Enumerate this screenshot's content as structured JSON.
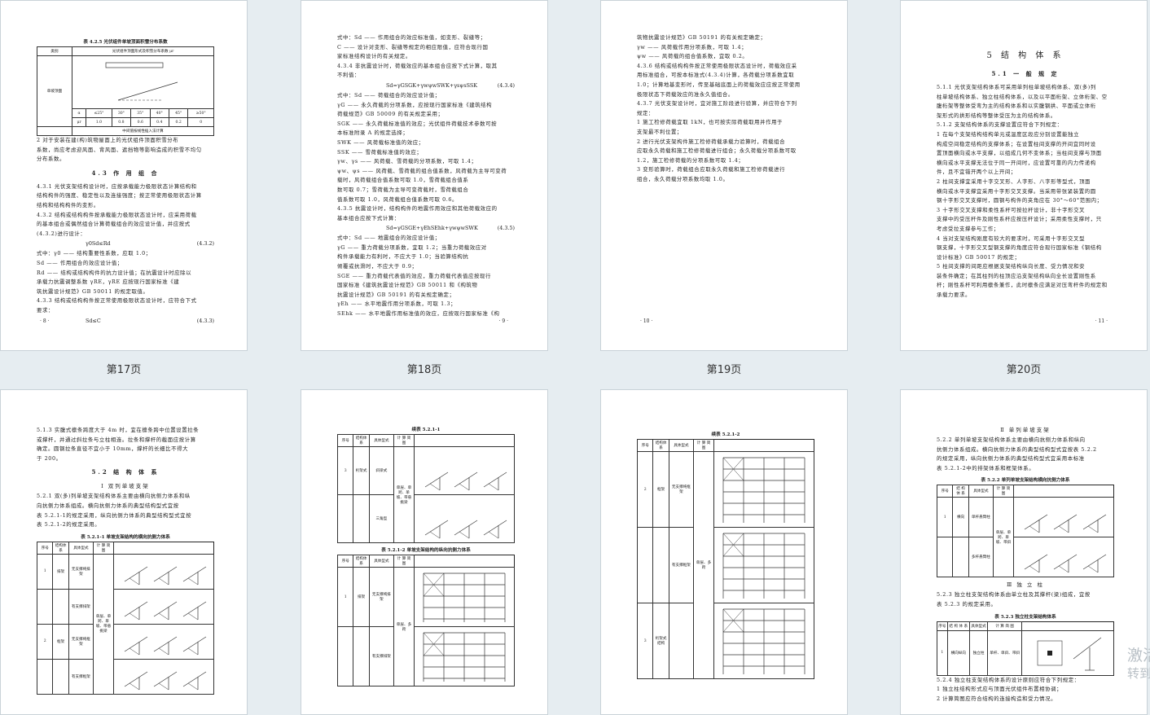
{
  "pages": [
    {
      "label": "第17页",
      "table_title": "表 4.2.5  光伏组件单坡顶面积雪分布系数",
      "table_head": [
        "类别",
        "光伏组件顶面形式及积雪分布系数 μr"
      ],
      "row_label": "单坡顶面",
      "alpha_row": [
        "α",
        "≤25°",
        "30°",
        "35°",
        "40°",
        "45°",
        "≥50°"
      ],
      "mu_row": [
        "μr",
        "1.0",
        "0.8",
        "0.6",
        "0.4",
        "0.2",
        "0"
      ],
      "table_note": "中间值按线性插入法计算",
      "lines": [
        "2  对于安装在建(构)筑物屋面上的光伏组件顶面积雪分布",
        "系数，尚应考虑迎风面、背风面、遮挡物等影响造成的积雪不均匀",
        "分布系数。"
      ],
      "section": "4.3  作 用 组 合",
      "lines2": [
        "4.3.1  光伏支架结构设计时，应按承载能力极限状态计算结构和",
        "结构构件的强度、稳定性以及连接强度；按正常使用极限状态计算",
        "结构和结构构件的变形。",
        "4.3.2  结构或结构构件按承载能力极限状态设计时，应采用荷载",
        "的基本组合或偶然组合计算荷载组合的效应设计值，并应按式",
        "(4.3.2)进行设计："
      ],
      "eq1": [
        "γ0Sd≤Rd",
        "(4.3.2)"
      ],
      "lines3": [
        "式中：γ0 —— 结构重要性系数，应取 1.0；",
        "      Sd —— 作用组合的效应设计值；",
        "      Rd —— 结构或结构构件的抗力设计值；在抗震设计时应除以",
        "             承载力抗震调整系数 γRE，γRE 应按现行国家标准《建",
        "             筑抗震设计规范》GB 50011 的规定取值。",
        "4.3.3  结构或结构构件按正常使用极限状态设计时，应符合下式",
        "要求："
      ],
      "eq2": [
        "Sd≤C",
        "(4.3.3)"
      ],
      "page_no": "· 8 ·"
    },
    {
      "label": "第18页",
      "lines": [
        "式中：Sd —— 作用组合的效应标准值，如变形、裂缝等；",
        "       C —— 设计对变形、裂缝等规定的相应限值，应符合现行国",
        "              家标准结构设计的有关规定。",
        "4.3.4  非抗震设计时，荷载效应的基本组合应按下式计算，取其",
        "不利值："
      ],
      "eq1": [
        "Sd=γGSGK+γwψwSWK+γsψsSSK",
        "(4.3.4)"
      ],
      "lines2": [
        "式中：Sd —— 荷载组合的效应设计值；",
        "      γG —— 永久荷载的分项系数，应按现行国家标准《建筑结构",
        "             荷载规范》GB 50009 的有关规定采用；",
        "     SGK —— 永久荷载标准值的效应；光伏组件荷载技术参数可按",
        "             本标准附录 A 的规定选择；",
        "     SWK —— 风荷载标准值的效应；",
        "     SSK —— 雪荷载标准值的效应；",
        "   γw、γs —— 风荷载、雪荷载的分项系数，可取 1.4；",
        "   ψw、ψs —— 风荷载、雪荷载的组合值系数，风荷载为主导可变荷",
        "             载时，风荷载组合值系数可取 1.0，雪荷载组合值系",
        "             数可取 0.7；雪荷载为主导可变荷载时，雪荷载组合",
        "             值系数可取 1.0，风荷载组合值系数可取 0.6。",
        "4.3.5  抗震设计时，结构构件的地震作用效应和其他荷载效应的",
        "基本组合应按下式计算："
      ],
      "eq2": [
        "Sd=γGSGE+γEhSEhk+γwψwSWK",
        "(4.3.5)"
      ],
      "lines3": [
        "式中：Sd —— 地震组合的效应设计值；",
        "      γG —— 重力荷载分项系数，宜取 1.2；当重力荷载效应对",
        "             构件承载能力有利时，不应大于 1.0；当验算结构抗",
        "             倾覆或抗滑时，不应大于 0.9；",
        "     SGE —— 重力荷载代表值的效应，重力荷载代表值应按现行",
        "             国家标准《建筑抗震设计规范》GB 50011 和《构筑物",
        "             抗震设计规范》GB 50191 的有关规定确定；",
        "     γEh —— 水平地震作用分项系数，可取 1.3；",
        "    SEhk —— 水平地震作用标准值的效应，应按现行国家标准《构"
      ],
      "page_no": "· 9 ·"
    },
    {
      "label": "第19页",
      "lines": [
        "      筑物抗震设计规范》GB 50191 的有关规定确定；",
        "   γw —— 风荷载作用分项系数，可取 1.4；",
        "   ψw —— 风荷载的组合值系数，宜取 0.2。",
        "4.3.6  结构或结构构件按正常使用极限状态设计时，荷载效应采",
        "用标准组合，可按本标准式(4.3.4)计算，各荷载分项系数宜取",
        "1.0；计算地基变形时，传至基础底面上的荷载效应应按正常使用",
        "极限状态下荷载效应的准永久值组合。",
        "4.3.7  光伏支架设计时，宜对施工阶段进行验算，并应符合下列",
        "规定：",
        "   1  施工检修荷载宜取 1kN，也可按实际荷载取用并作用于",
        "支架最不利位置；",
        "   2  进行光伏支架构件施工检修荷载承载力验算时，荷载组合",
        "应取永久荷载和施工检修荷载进行组合；永久荷载分项系数可取",
        "1.2，施工检修荷载的分项系数可取 1.4；",
        "   3  变形验算时，荷载组合应取永久荷载和施工检修荷载进行",
        "组合，永久荷载分项系数均取 1.0。"
      ],
      "page_no": "· 10 ·"
    },
    {
      "label": "第20页",
      "chapter": "5  结 构 体 系",
      "section": "5.1  一 般 规 定",
      "lines": [
        "5.1.1  光伏支架结构体系可采用单列柱单坡结构体系、双(多)列",
        "柱单坡结构体系、独立柱结构体系，以及以平面桁架、立体桁架、空",
        "腹桁架等整体受弯为主的结构体系和以实腹钢拱、平面或立体桁",
        "架形式的拱形结构等整体受压为主的结构体系。",
        "5.1.2  支架结构体系的支撑设置应符合下列规定：",
        "   1  在每个支架结构结构单元或温度区段应分别设置能独立",
        "构成空间稳定结构的支撑体系；在设置柱间支撑的开间宜同时设",
        "置顶面横向或水平支撑，以组成几何不变体系；当柱间支撑与顶面",
        "横向或水平支撑无法位于同一开间时，应设置可靠的内力传递构",
        "件，且不宜错开两个以上开间；",
        "   2  柱间支撑宜采用十字交叉形、人字形、八字形等型式，顶面",
        "横向或水平支撑宜采用十字形交叉支撑。当采用带张紧装置的圆",
        "钢十字形交叉支撑时，圆钢与构件的夹角应在 30°～60°范围内；",
        "   3  十字形交叉支撑和柔性系杆可按拉杆设计，非十字形交叉",
        "支撑中的受压杆件及刚性系杆应按压杆设计；采用柔性支撑时，只",
        "考虑受拉支撑参与工作；",
        "   4  当对支架结构刚度有较大的要求时，可采用十字形交叉型",
        "钢支撑，十字形交叉型钢支撑的角度应符合现行国家标准《钢结构",
        "设计标准》GB 50017 的规定；",
        "   5  柱间支撑的间距应根据支架结构纵向长度、受力情况和安",
        "装条件确定；在其柱列的柱顶应沿支架结构纵向全长设置刚性系",
        "杆；刚性系杆可利用檩条兼作，此时檩条应满足对压弯杆件的规定和",
        "承载力要求。"
      ],
      "page_no": "· 11 ·"
    },
    {
      "lines": [
        "5.1.3  实腹式檩条跨度大于 4m 时，宜在檩条跨中位置设置拉条",
        "或撑杆，并通过斜拉条与立柱相连。拉条和撑杆的截面应按计算",
        "确定。圆钢拉条直径不宜小于 10mm，撑杆的长细比不得大",
        "于 200。"
      ],
      "section": "5.2  结 构 体 系",
      "subsection": "Ⅰ  双列单坡支架",
      "lines2": [
        "5.2.1  双(多)列单坡支架结构体系主要由横向抗侧力体系和纵",
        "向抗侧力体系组成。横向抗侧力体系的典型结构型式宜按",
        "表 5.2.1-1的规定采用，纵向抗侧力体系的典型结构型式宜按",
        "表 5.2.1-2的规定采用。"
      ],
      "table_title": "表 5.2.1-1  单坡支架结构的横向抗侧力体系",
      "table_head": [
        "序号",
        "结构体系",
        "具体型式",
        "计 算 简 图"
      ],
      "rows": [
        [
          "1",
          "排架",
          "无支撑纯排架"
        ],
        [
          "",
          "",
          "有支撑排架"
        ],
        [
          "2",
          "框架",
          "无支撑纯框架"
        ],
        [
          "",
          "",
          "有支撑框架"
        ]
      ],
      "note": "单层、单跨、单坡、带悬挑梁"
    },
    {
      "table_title": "续表 5.2.1-1",
      "table_head": [
        "序号",
        "结构体系",
        "具体型式",
        "计 算 简 图"
      ],
      "rows": [
        [
          "3",
          "桁架式",
          "斜梁式"
        ],
        [
          "",
          "",
          "三角型"
        ]
      ],
      "note": "单层、单跨、单坡、带悬挑梁",
      "table_title2": "表 5.2.1-2  单坡支架结构的纵向抗侧力体系",
      "rows2": [
        [
          "1",
          "排架",
          "无支撑纯排架"
        ],
        [
          "",
          "",
          "有支撑排架"
        ]
      ],
      "note2": "单层、多跨"
    },
    {
      "table_title": "续表 5.2.1-2",
      "table_head": [
        "序号",
        "结构体系",
        "具体型式",
        "计 算 简 图"
      ],
      "rows": [
        [
          "2",
          "框架",
          "无支撑纯框架"
        ],
        [
          "",
          "",
          "有支撑框架"
        ],
        [
          "3",
          "桁架式结构",
          ""
        ]
      ],
      "note": "单层、多跨"
    },
    {
      "subsection": "Ⅱ  单列单坡支架",
      "lines": [
        "5.2.2  单列单坡支架结构体系主要由横向抗侧力体系和纵向",
        "抗侧力体系组成。横向抗侧力体系的典型结构型式宜按表 5.2.2",
        "的规定采用，纵向抗侧力体系的典型结构型式宜采用本标准",
        "表 5.2.1-2中的排架体系和框架体系。"
      ],
      "table_title": "表 5.2.2  单列单坡支架结构横向抗侧力体系",
      "table_head": [
        "序号",
        "结 构 体 系",
        "具体型式",
        "计 算 简 图"
      ],
      "rows": [
        [
          "1",
          "横向",
          "单杆悬臂柱"
        ],
        [
          "",
          "",
          "多杆悬臂柱"
        ]
      ],
      "note": "单层、单跨、单坡、带斜",
      "subsection2": "Ⅲ  独 立 柱",
      "lines2": [
        "5.2.3  独立柱支架结构体系由单立柱及其撑杆(梁)组成，宜按",
        "表 5.2.3 的规定采用。"
      ],
      "table_title2": "表 5.2.3  独立柱支架结构体系",
      "row2": [
        "1",
        "横向纵向",
        "独立柱",
        "单杆、单斜、带斜"
      ],
      "lines3": [
        "5.2.4  独立柱支架结构体系的设计原则应符合下列规定：",
        "   1  独立柱结构形式应与顶面光伏组件布置相协调；",
        "   2  计算简图应符合结构的连接构造和受力情况。"
      ]
    }
  ],
  "watermark": {
    "line1": "激活",
    "line2": "转到"
  }
}
